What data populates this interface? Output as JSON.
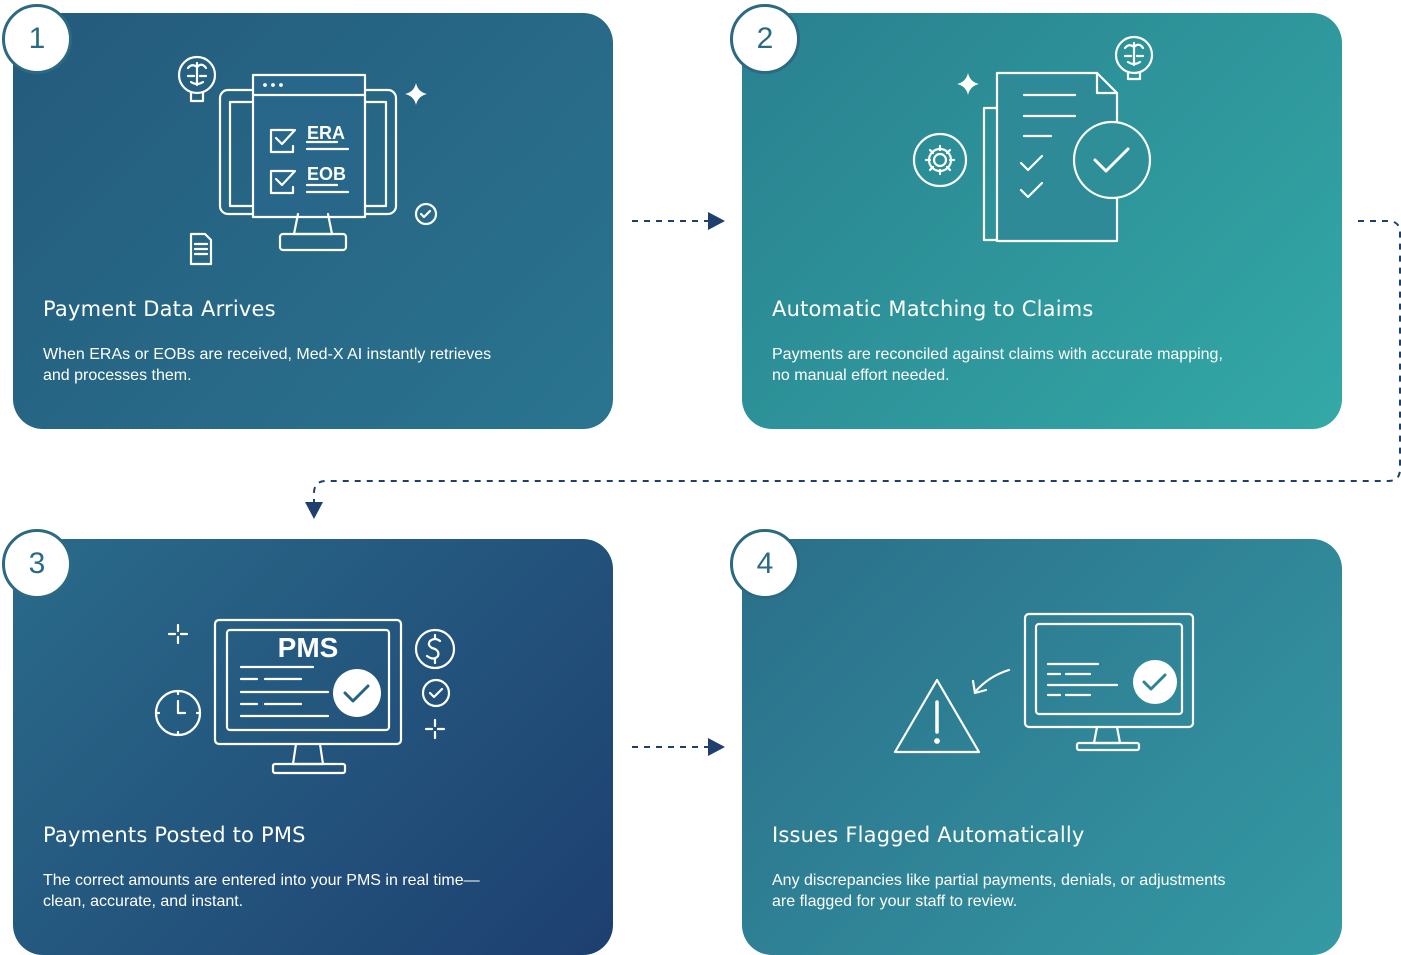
{
  "steps": [
    {
      "number": "1",
      "title": "Payment Data Arrives",
      "description": "When ERAs or EOBs are received, Med-X AI instantly retrieves and processes them.",
      "icon": "monitor-era-eob-icon",
      "labels": [
        "ERA",
        "EOB"
      ]
    },
    {
      "number": "2",
      "title": "Automatic Matching to Claims",
      "description": "Payments are reconciled against claims with accurate mapping, no manual effort needed.",
      "icon": "document-checklist-icon"
    },
    {
      "number": "3",
      "title": "Payments Posted to PMS",
      "description": "The correct amounts are entered into your PMS in real time—clean, accurate, and instant.",
      "icon": "monitor-pms-icon",
      "labels": [
        "PMS"
      ]
    },
    {
      "number": "4",
      "title": "Issues Flagged Automatically",
      "description": "Any discrepancies like partial payments, denials, or adjustments are flagged for your staff to review.",
      "icon": "warning-monitor-icon"
    }
  ],
  "colors": {
    "card1": "#245a7c",
    "card2": "#33a9a6",
    "card3": "#1d3f70",
    "card4": "#349aa3",
    "connector": "#1f3f6e",
    "badge_text": "#2a6a85"
  }
}
